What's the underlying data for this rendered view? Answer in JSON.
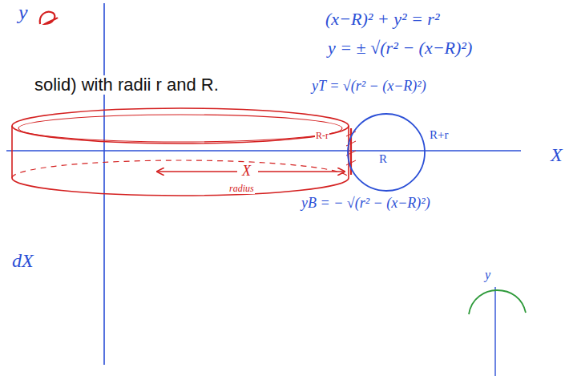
{
  "diagram": {
    "labels": [
      "y",
      "(x−R)² + y² = r²",
      "y = ± √(r² − (x−R)²)",
      "solid) with radii r and R.",
      "yT = √(r² − (x−R)²)",
      "R-r",
      "R+r",
      "R",
      "X",
      "radius",
      "X",
      "yB = − √(r² − (x−R)²)",
      "dX",
      "y"
    ]
  }
}
